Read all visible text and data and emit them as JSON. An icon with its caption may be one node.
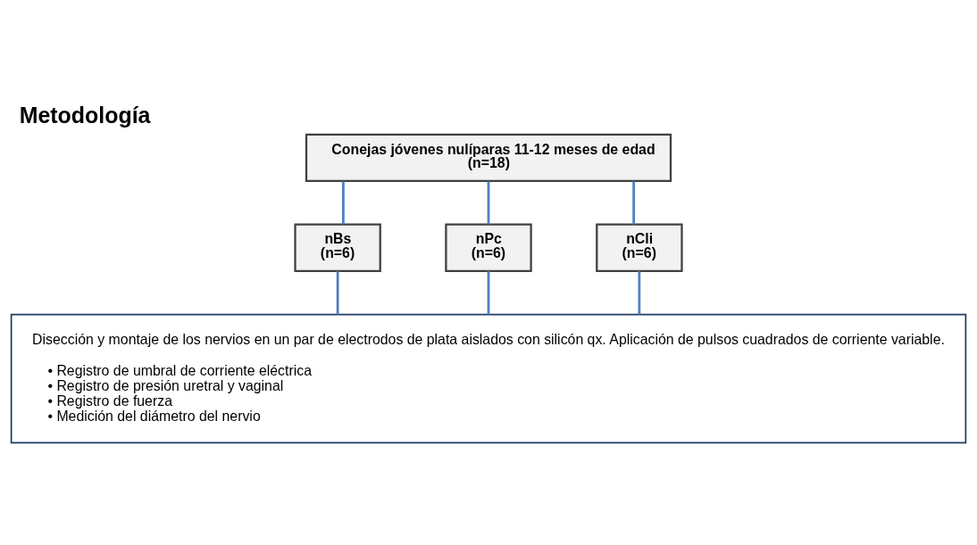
{
  "diagram": {
    "title": "Metodología",
    "nodes": [
      {
        "text": [
          "Conejas jóvenes nulíparas 11-12 meses de edad",
          "(n=18)"
        ]
      },
      {
        "text": [
          "nBs",
          "(n=6)"
        ]
      },
      {
        "text": [
          "nPc",
          "(n=6)"
        ]
      },
      {
        "text": [
          "nCli",
          "(n=6)"
        ]
      },
      {
        "text": [
          "Disección y montaje de los nervios en un par de electrodos de plata aislados con silicón qx. Aplicación de pulsos cuadrados de corriente variable.",
          "• Registro de umbral de corriente eléctrica",
          "• Registro de presión uretral y vaginal",
          "• Registro de fuerza",
          "• Medición del diámetro del nervio"
        ]
      }
    ],
    "edges": [
      {
        "from": 0,
        "to": 1,
        "arrow": "none"
      },
      {
        "from": 0,
        "to": 2,
        "arrow": "none"
      },
      {
        "from": 0,
        "to": 3,
        "arrow": "none"
      },
      {
        "from": 1,
        "to": 4,
        "arrow": "none"
      },
      {
        "from": 2,
        "to": 4,
        "arrow": "none"
      },
      {
        "from": 3,
        "to": 4,
        "arrow": "none"
      }
    ]
  }
}
